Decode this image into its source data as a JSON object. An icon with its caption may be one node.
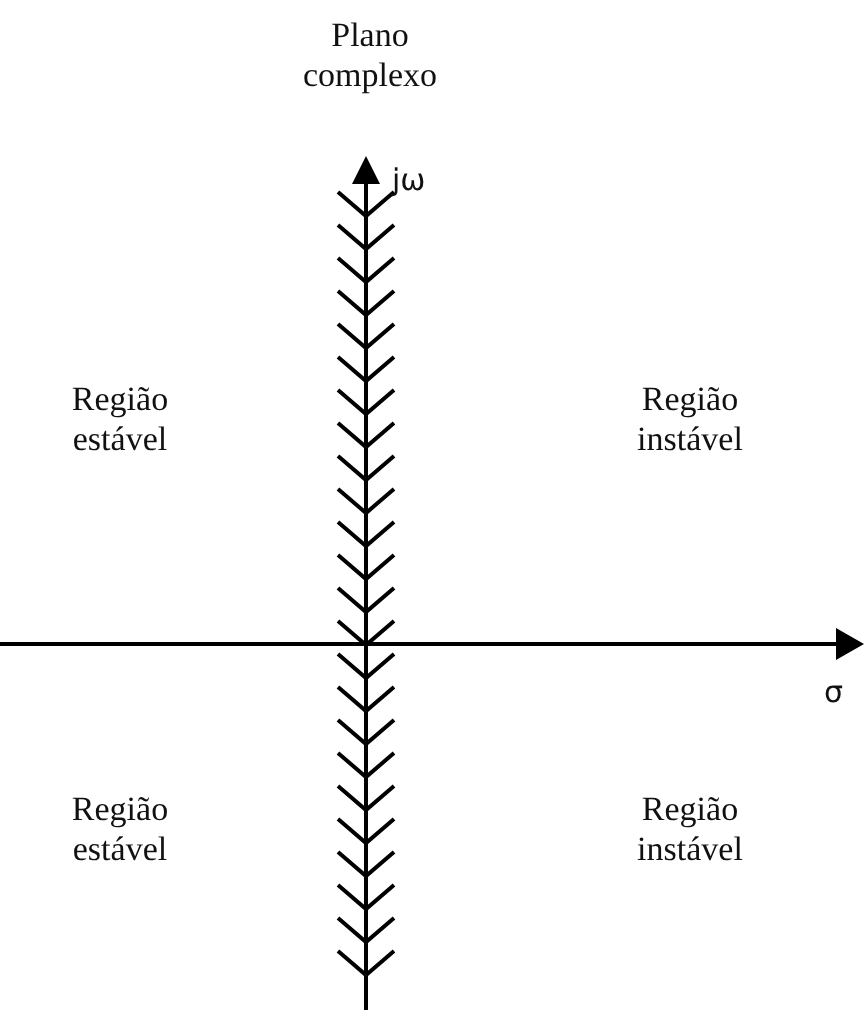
{
  "diagram": {
    "title": "Plano complexo",
    "labels": [
      "jω",
      "Região estável",
      "Região instável",
      "σ",
      "Região estável",
      "Região instável"
    ]
  }
}
